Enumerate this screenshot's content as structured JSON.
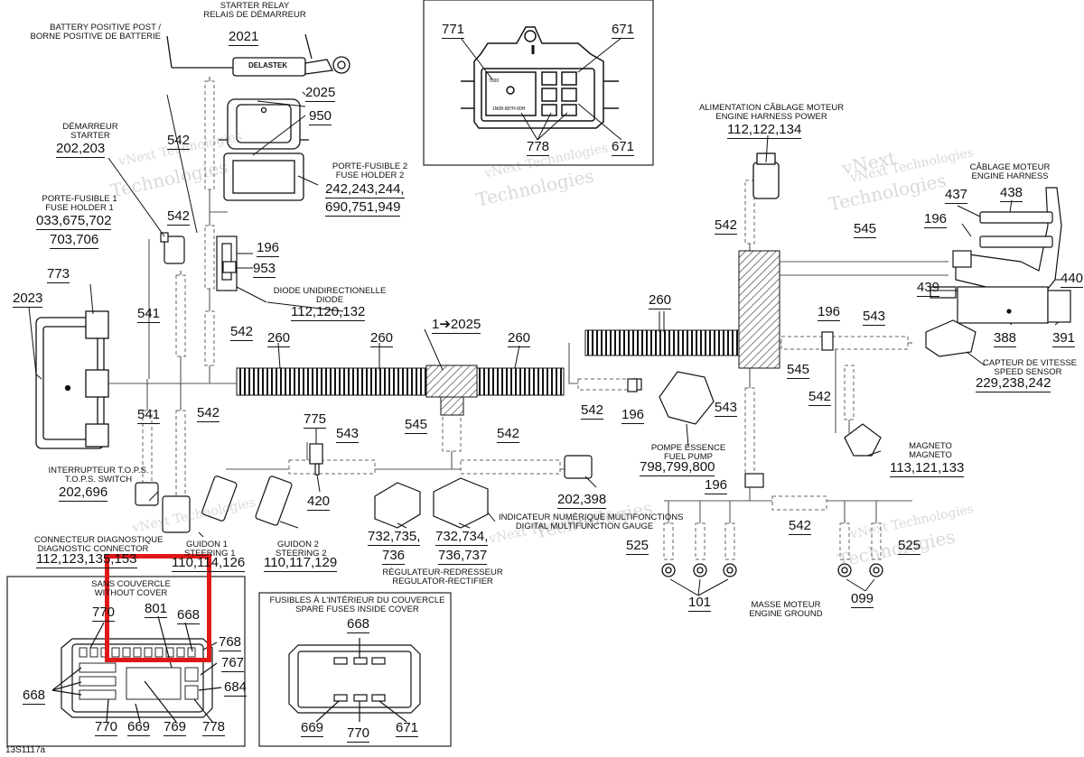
{
  "watermark": {
    "line1": "vNext Technologies",
    "line2": "Technologies",
    "line3": "vNext"
  },
  "doc_id": "13S1117a",
  "labels": {
    "battery_post": {
      "line1": "BATTERY POSITIVE POST /",
      "line2": "BORNE POSITIVE DE BATTERIE"
    },
    "starter_relay": {
      "line1": "STARTER RELAY",
      "line2": "RELAIS DE DÉMARREUR"
    },
    "starter": {
      "line1": "DÉMARREUR",
      "line2": "STARTER",
      "num": "202,203"
    },
    "fuse_holder_1": {
      "line1": "PORTE-FUSIBLE 1",
      "line2": "FUSE HOLDER 1",
      "num1": "033,675,702",
      "num2": "703,706"
    },
    "fuse_holder_2": {
      "line1": "PORTE-FUSIBLE 2",
      "line2": "FUSE HOLDER 2",
      "num1": "242,243,244,",
      "num2": "690,751,949"
    },
    "diode": {
      "line1": "DIODE UNIDIRECTIONELLE",
      "line2": "DIODE",
      "num": "112,120,132"
    },
    "engine_harness_power": {
      "line1": "ALIMENTATION CÂBLAGE MOTEUR",
      "line2": "ENGINE HARNESS POWER",
      "num": "112,122,134"
    },
    "engine_harness": {
      "line1": "CÂBLAGE MOTEUR",
      "line2": "ENGINE HARNESS"
    },
    "speed_sensor": {
      "line1": "CAPTEUR DE VITESSE",
      "line2": "SPEED SENSOR",
      "num": "229,238,242"
    },
    "fuel_pump": {
      "line1": "POMPE ESSENCE",
      "line2": "FUEL PUMP",
      "num": "798,799,800"
    },
    "magneto": {
      "line1": "MAGNETO",
      "line2": "MAGNETO",
      "num": "113,121,133"
    },
    "tops_switch": {
      "line1": "INTERRUPTEUR T.O.P.S.",
      "line2": "T.O.P.S. SWITCH",
      "num": "202,696"
    },
    "diagnostic": {
      "line1": "CONNECTEUR DIAGNOSTIQUE",
      "line2": "DIAGNOSTIC CONNECTOR",
      "num": "112,123,135,153"
    },
    "steering_1": {
      "line1": "GUIDON 1",
      "line2": "STEERING 1",
      "num": "110,114,126"
    },
    "steering_2": {
      "line1": "GUIDON 2",
      "line2": "STEERING 2",
      "num": "110,117,129"
    },
    "gauge": {
      "line1": "INDICATEUR NUMÉRIQUE MULTIFONCTIONS",
      "line2": "DIGITAL MULTIFUNCTION GAUGE"
    },
    "rectifier": {
      "line1": "RÉGULATEUR-REDRESSEUR",
      "line2": "REGULATOR-RECTIFIER"
    },
    "engine_ground": {
      "line1": "MASSE MOTEUR",
      "line2": "ENGINE GROUND"
    },
    "without_cover": {
      "line1": "SANS COUVERCLE",
      "line2": "WITHOUT COVER"
    },
    "spare_fuses": {
      "line1": "FUSIBLES À L'INTÉRIEUR DU COUVERCLE",
      "line2": "SPARE FUSES INSIDE COVER"
    }
  },
  "refs": {
    "r2021": "2021",
    "r2025": "2025",
    "r950": "950",
    "r542a": "542",
    "r542b": "542",
    "r542c": "542",
    "r542d": "542",
    "r542e": "542",
    "r542f": "542",
    "r542g": "542",
    "r196a": "196",
    "r953": "953",
    "r541a": "541",
    "r541b": "541",
    "r773": "773",
    "r2023": "2023",
    "r260a": "260",
    "r260b": "260",
    "r260c": "260",
    "r260d": "260",
    "r1to2025": "1➔2025",
    "r545a": "545",
    "r545b": "545",
    "r545c": "545",
    "r543a": "543",
    "r543b": "543",
    "r543c": "543",
    "r775": "775",
    "r420": "420",
    "r202_398": "202,398",
    "r732a": "732,735,",
    "r736a": "736",
    "r732b": "732,734,",
    "r736b": "736,737",
    "r196b": "196",
    "r196c": "196",
    "r196d": "196",
    "r196e": "196",
    "r437": "437",
    "r438": "438",
    "r440": "440",
    "r439": "439",
    "r388": "388",
    "r391": "391",
    "r525a": "525",
    "r525b": "525",
    "r101": "101",
    "r099": "099",
    "r771": "771",
    "r671a": "671",
    "r671b": "671",
    "r778a": "778",
    "r770a": "770",
    "r801": "801",
    "r668a": "668",
    "r768": "768",
    "r767": "767",
    "r684": "684",
    "r668b": "668",
    "r770b": "770",
    "r669a": "669",
    "r769": "769",
    "r778b": "778",
    "r668c": "668",
    "r669b": "669",
    "r770c": "770",
    "r671c": "671"
  },
  "relay_detail": {
    "text1": "7000",
    "text2": "1N08-987H-00H"
  },
  "starter_relay_brand": "DELASTEK"
}
